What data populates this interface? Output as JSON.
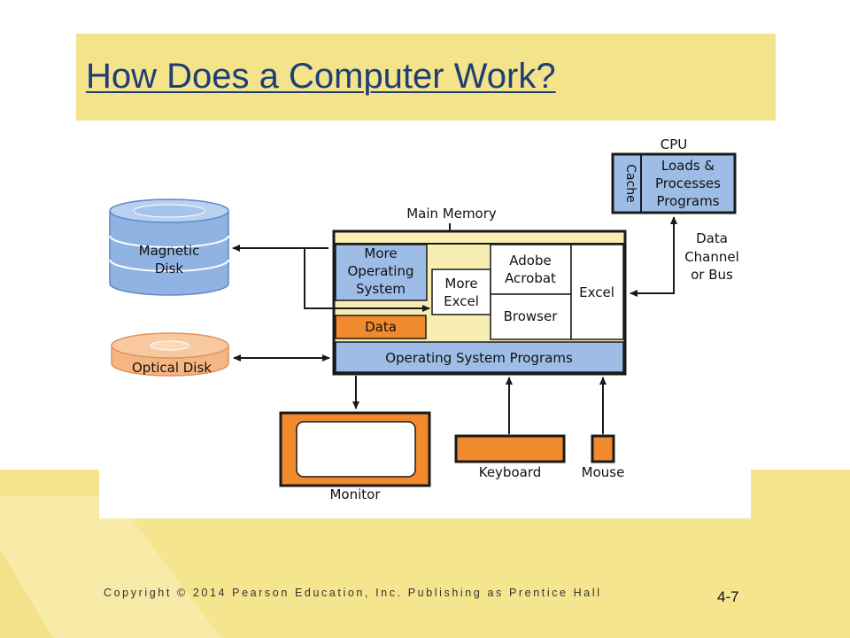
{
  "slide": {
    "title": "How Does a Computer Work?",
    "copyright": "Copyright © 2014 Pearson Education, Inc. Publishing as Prentice Hall",
    "page_number": "4-7"
  },
  "diagram": {
    "cpu_label": "CPU",
    "cache_label": "Cache",
    "cpu_body": [
      "Loads &",
      "Processes",
      "Programs"
    ],
    "data_channel": [
      "Data",
      "Channel",
      "or Bus"
    ],
    "main_memory_label": "Main Memory",
    "more_os": [
      "More",
      "Operating",
      "System"
    ],
    "more_excel": [
      "More",
      "Excel"
    ],
    "adobe_acrobat": [
      "Adobe",
      "Acrobat"
    ],
    "browser": "Browser",
    "excel": "Excel",
    "data": "Data",
    "os_programs": "Operating System Programs",
    "magnetic_disk": [
      "Magnetic",
      "Disk"
    ],
    "optical_disk": "Optical Disk",
    "monitor": "Monitor",
    "keyboard": "Keyboard",
    "mouse": "Mouse"
  },
  "colors": {
    "title_band": "#f3e38b",
    "title_text": "#1f3e73",
    "memory_fill": "#f8eeb4",
    "blue_box": "#9dbde6",
    "orange": "#f08a2d",
    "outline": "#1a1a1a",
    "disk_blue": "#8fb4e3",
    "disk_orange": "#f6b684"
  }
}
